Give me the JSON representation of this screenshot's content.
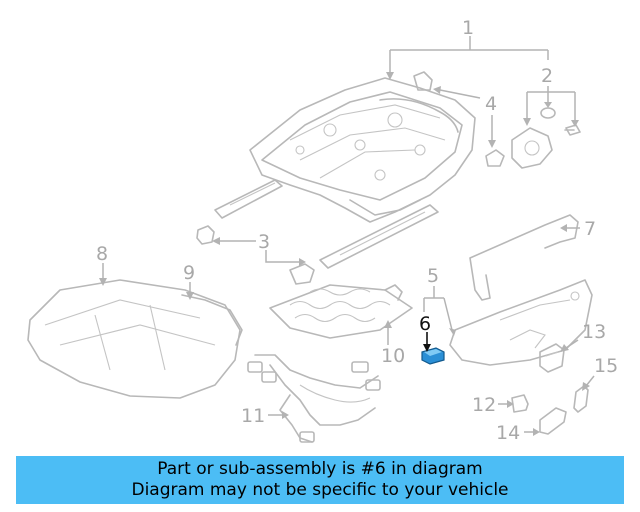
{
  "callouts": {
    "c1": "1",
    "c2": "2",
    "c3": "3",
    "c4": "4",
    "c5": "5",
    "c6": "6",
    "c7": "7",
    "c8": "8",
    "c9": "9",
    "c10": "10",
    "c11": "11",
    "c12": "12",
    "c13": "13",
    "c14": "14",
    "c15": "15"
  },
  "highlighted_part": "6",
  "colors": {
    "banner_background": "#4cbdf5",
    "highlight_part": "#2a8fd6",
    "callout_gray": "#a8a8a8",
    "line_gray": "#b8b8b8"
  },
  "banner": {
    "line1": "Part or sub-assembly is #6 in diagram",
    "line2": "Diagram may not be specific to your vehicle"
  }
}
